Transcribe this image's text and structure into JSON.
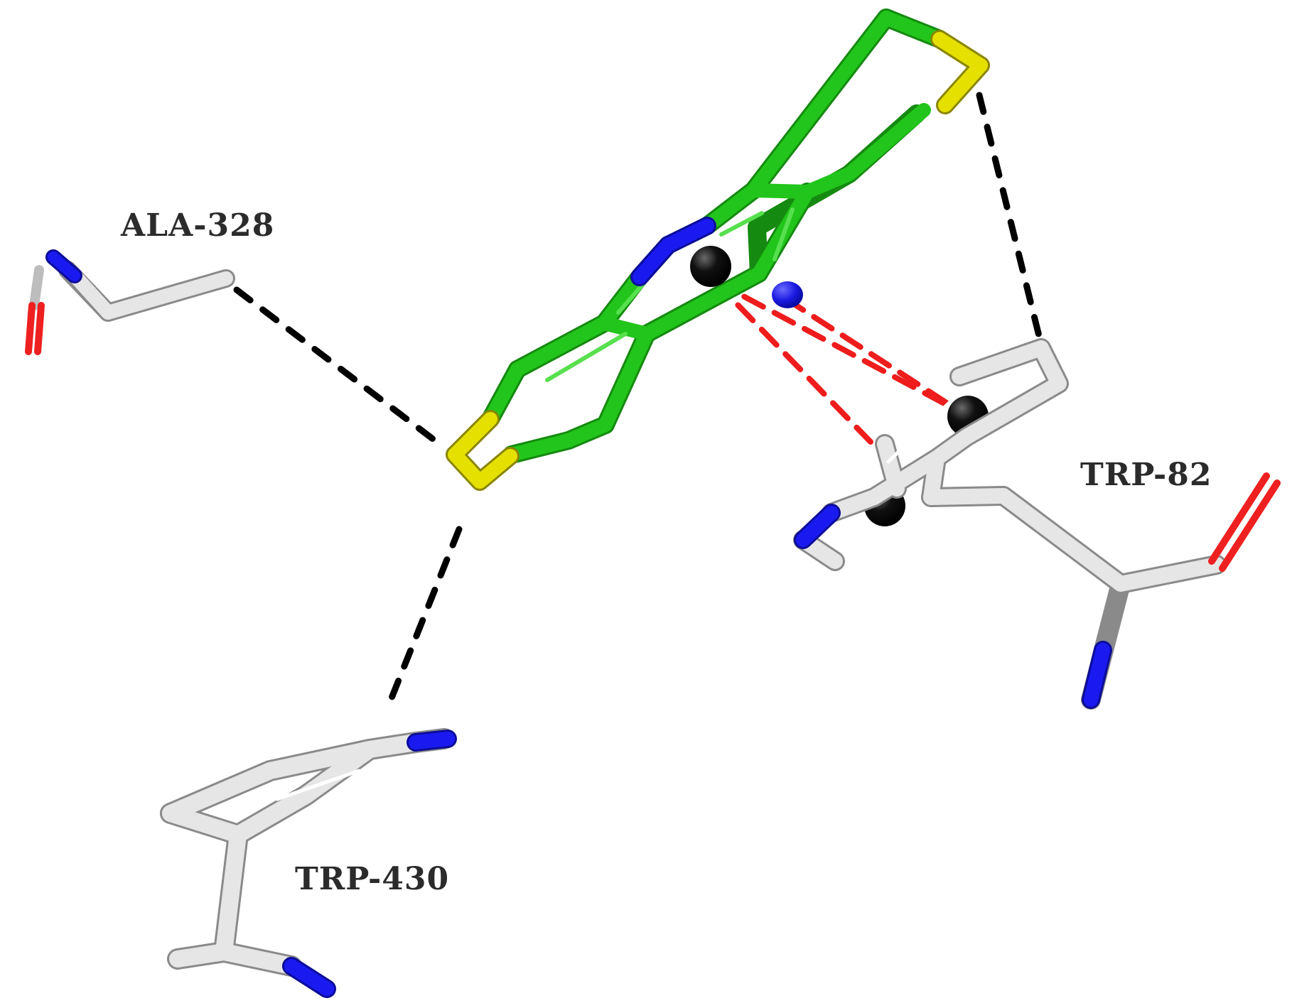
{
  "labels": {
    "ala": "ALA-328",
    "trp82": "TRP-82",
    "trp430": "TRP-430"
  },
  "colors": {
    "carbon_ligand": "#22c51b",
    "carbon_protein": "#e6e6e6",
    "carbon_protein_shade": "#8a8a8a",
    "nitrogen": "#1a1af0",
    "oxygen": "#ee2020",
    "sulfur": "#e5e000",
    "hydrophobic_contact": "#000000",
    "pi_interaction": "#ee1c1c",
    "centroid": "#000000"
  }
}
